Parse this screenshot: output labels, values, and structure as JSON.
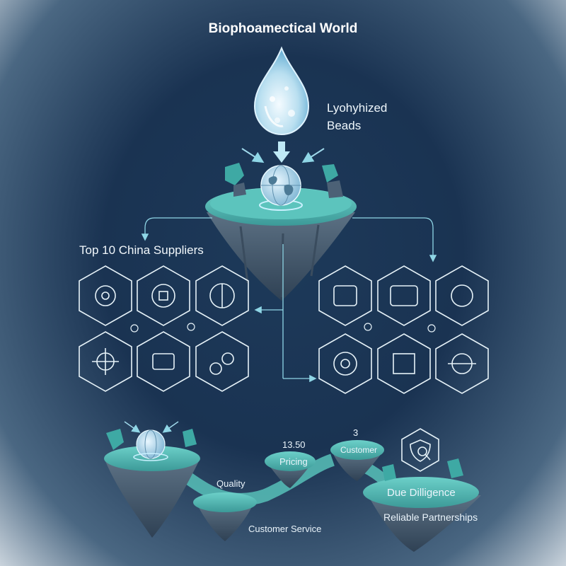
{
  "title": "Biophoamectical World",
  "drop": {
    "label_line1": "Lyohyhized",
    "label_line2": "Beads"
  },
  "suppliers": {
    "label": "Top 10 China Suppliers"
  },
  "path": {
    "pricing_value": "13.50",
    "pricing_label": "Pricing",
    "customer_value": "3",
    "customer_label": "Customer",
    "quality_label": "Quality",
    "service_label": "Customer Service",
    "due_label": "Due Dilligence",
    "partners_label": "Reliable Partnerships"
  },
  "colors": {
    "island_top": "#4fb7b3",
    "island_rock": "#4b5f72",
    "line": "#8fd6e6",
    "hex_stroke": "#e6f2f8"
  },
  "icons": [
    "water-drop-icon",
    "globe-icon",
    "shield-search-icon",
    "molecule-icon"
  ]
}
